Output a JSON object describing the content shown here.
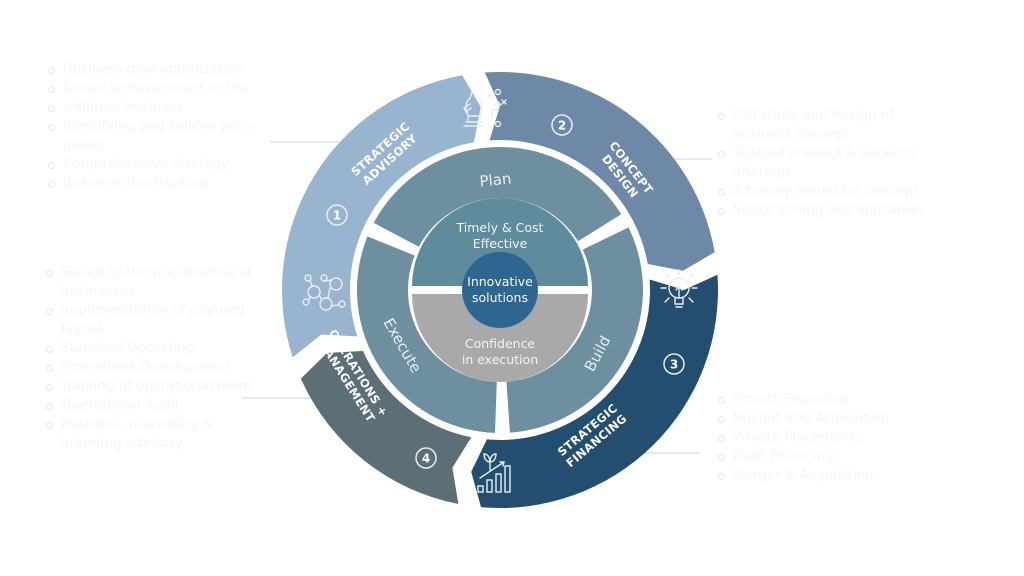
{
  "diagram": {
    "center_label": [
      "Innovative",
      "solutions"
    ],
    "core_top_label": [
      "Timely & Cost",
      "Effective"
    ],
    "core_bottom_label": [
      "Confidence",
      "in execution"
    ],
    "phases": [
      "Plan",
      "Build",
      "Execute"
    ],
    "segments": [
      {
        "number": "1",
        "title": [
          "STRATEGIC",
          "ADVISORY"
        ],
        "icon": "chess-knight-strategy-icon",
        "color": "#98b4cf",
        "bullets": [
          "Business goal optimization",
          "Suited to newcomers in the",
          "wellness business",
          "Identifying and solving pain points",
          "Comprehensive strategy",
          "Business Bio-Hacking"
        ]
      },
      {
        "number": "2",
        "title": [
          "CONCEPT",
          "DESIGN"
        ],
        "icon": "lightbulb-ideas-icon",
        "color": "#6e88a8",
        "bullets": [
          "Full study and design of business concept",
          "Tailored product & services offerings",
          "Advisory model for concept",
          "Space zoning and allocation"
        ]
      },
      {
        "number": "3",
        "title": [
          "STRATEGIC",
          "FINANCING"
        ],
        "icon": "growth-chart-plant-icon",
        "color": "#234e6f",
        "bullets": [
          "Project Financing",
          "Buyout and Acquisition",
          "Private Placements",
          "Debt Financing",
          "Merger & Acquisition"
        ]
      },
      {
        "number": "4",
        "title": [
          "OPERATIONS +",
          "MANAGEMENT"
        ],
        "icon": "team-network-icon",
        "color": "#5c6e76",
        "bullets": [
          "Suited to the pre-opening of businesses",
          "Implementation of planned layout",
          "Standard Operating",
          "Procedures Development",
          "Training of operational team",
          "Operational Audit",
          "Business, marketing & branding advisory"
        ]
      }
    ],
    "colors": {
      "phase_ring": "#6e8fa0",
      "core_top": "#5f8c9c",
      "core_bottom": "#a9a9a9",
      "center": "#2f6690"
    }
  }
}
